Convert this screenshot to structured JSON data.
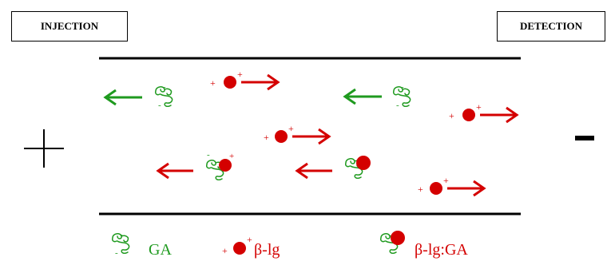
{
  "labels": {
    "injection": "INJECTION",
    "detection": "DETECTION",
    "anode_sign": "+",
    "cathode_sign": "-",
    "charge_plus": "+",
    "charge_minus": "-"
  },
  "legend": {
    "ga": "GA",
    "blg": "β-lg",
    "complex": "β-lg:GA"
  },
  "colors": {
    "ga": "#1f9a1f",
    "blg": "#d40000",
    "complex_arrow": "#d40000",
    "lines": "#000000"
  },
  "icons": {
    "ga": "ga-polysaccharide-icon",
    "blg": "blg-protein-icon",
    "complex": "complex-icon",
    "arrow": "migration-arrow-icon"
  }
}
